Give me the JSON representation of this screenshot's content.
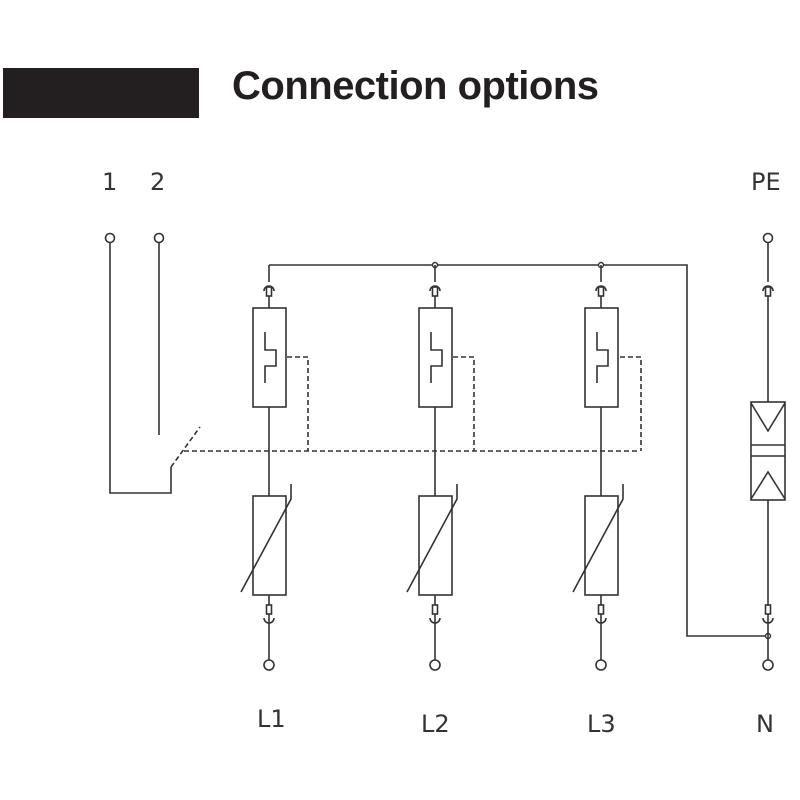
{
  "header": {
    "title": "Connection options"
  },
  "diagram": {
    "terminal_labels": {
      "contact_1": "1",
      "contact_2": "2",
      "pe": "PE",
      "l1": "L1",
      "l2": "L2",
      "l3": "L3",
      "n": "N"
    },
    "components": [
      {
        "id": "l1-thermal-disconnector",
        "type": "thermal-disconnector"
      },
      {
        "id": "l1-varistor",
        "type": "varistor"
      },
      {
        "id": "l2-thermal-disconnector",
        "type": "thermal-disconnector"
      },
      {
        "id": "l2-varistor",
        "type": "varistor"
      },
      {
        "id": "l3-thermal-disconnector",
        "type": "thermal-disconnector"
      },
      {
        "id": "l3-varistor",
        "type": "varistor"
      },
      {
        "id": "pe-spark-gap",
        "type": "gas-discharge-tube"
      },
      {
        "id": "remote-signal-contact",
        "type": "switch-contact"
      }
    ],
    "colors": {
      "line": "#333333",
      "header_bar": "#231f20"
    }
  }
}
